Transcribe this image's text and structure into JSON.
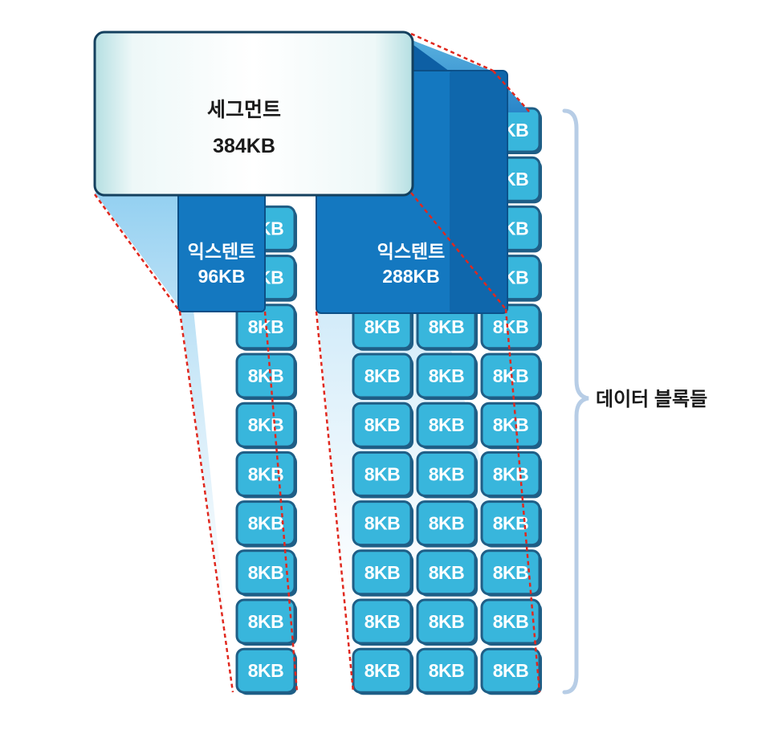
{
  "segment": {
    "title": "세그먼트",
    "size": "384KB"
  },
  "extents": [
    {
      "title": "익스텐트",
      "size": "96KB",
      "columns": 1
    },
    {
      "title": "익스텐트",
      "size": "288KB",
      "columns": 3
    }
  ],
  "block_label": "8KB",
  "blocks_per_column": 12,
  "brace_label": "데이터 블록들",
  "colors": {
    "block_face": "#38b6dc",
    "block_edge": "#1f5e86",
    "extent_face": "#1478c0",
    "extent_dark": "#0b5a9a",
    "segment_border": "#14405e",
    "leader_line": "#e0281e",
    "brace": "#b7cde6"
  }
}
